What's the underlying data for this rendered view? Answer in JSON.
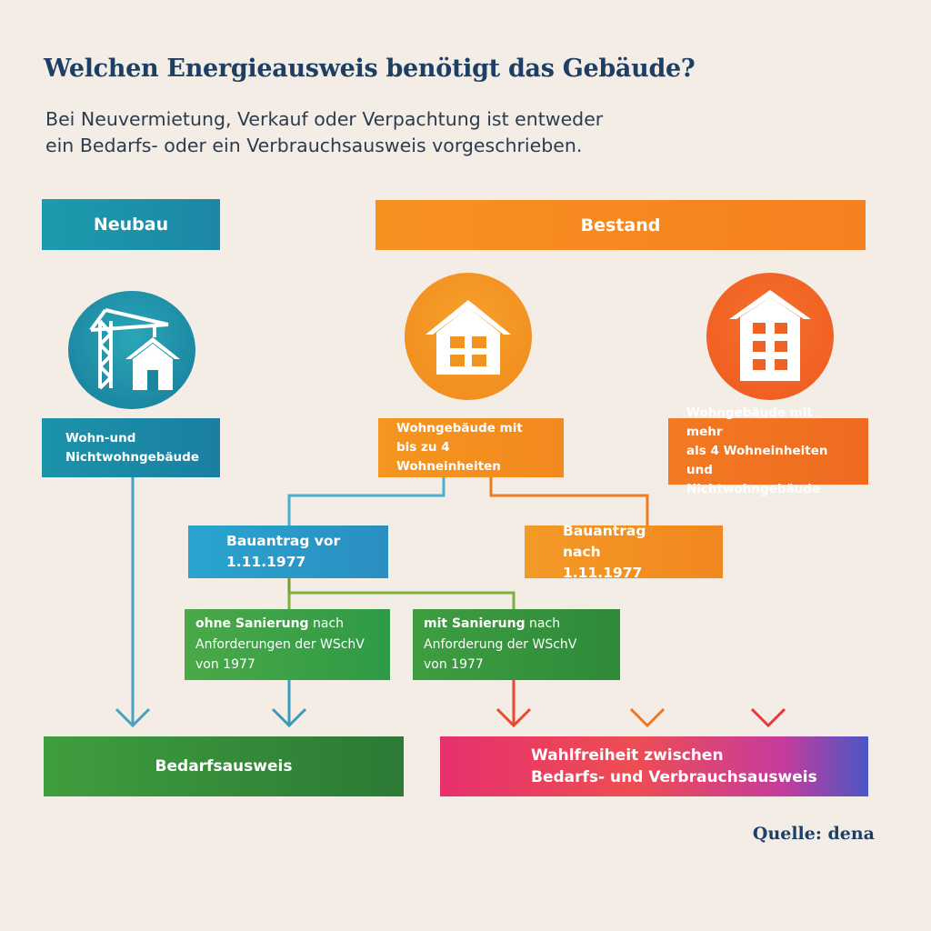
{
  "title": "Welchen Energieausweis benötigt das Gebäude?",
  "subtitle_line1": "Bei Neuvermietung, Verkauf oder Verpachtung ist entweder",
  "subtitle_line2": "ein Bedarfs- oder ein Verbrauchsausweis vorgeschrieben.",
  "headers": {
    "neubau": "Neubau",
    "bestand": "Bestand"
  },
  "types": {
    "neubau": [
      "Wohn-und",
      "Nichtwohngebäude"
    ],
    "small": [
      "Wohngebäude mit",
      "bis zu 4 Wohneinheiten"
    ],
    "large": [
      "Wohngebäude mit mehr",
      "als 4 Wohneinheiten und",
      "Nichtwohngebäude"
    ]
  },
  "questions": {
    "before": [
      "Bauantrag vor",
      "1.11.1977"
    ],
    "after": [
      "Bauantrag nach",
      "1.11.1977"
    ]
  },
  "renovation": {
    "without": {
      "bold": "ohne Sanierung",
      "rest1": " nach",
      "line2": "Anforderungen der WSchV",
      "line3": "von 1977"
    },
    "with": {
      "bold": "mit Sanierung",
      "rest1": " nach",
      "line2": "Anforderung der WSchV",
      "line3": "von 1977"
    }
  },
  "results": {
    "demand": "Bedarfsausweis",
    "choice": [
      "Wahlfreiheit zwischen",
      "Bedarfs- und Verbrauchsausweis"
    ]
  },
  "source": "Quelle: dena",
  "colors": {
    "teal": "#1e8fa7",
    "orange": "#f39220",
    "deep_orange": "#ef6c1f",
    "green": "#3e9c45",
    "dark_green": "#2e7d32",
    "blue": "#2c9fc9",
    "navy": "#1d3f66"
  }
}
